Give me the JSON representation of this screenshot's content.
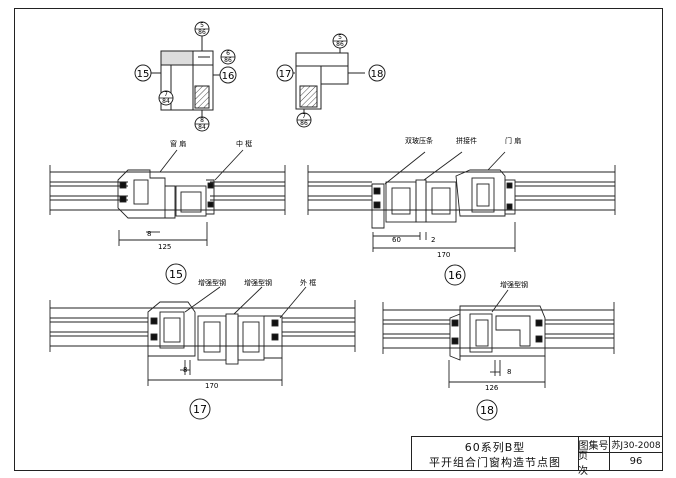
{
  "callouts": {
    "c15": "15",
    "c16": "16",
    "c17": "17",
    "c18": "18"
  },
  "index_refs": {
    "top_a": {
      "num": "5",
      "sheet": "86"
    },
    "right_a": {
      "num": "6",
      "sheet": "86"
    },
    "bottom_a1": {
      "num": "7",
      "sheet": "84"
    },
    "bottom_a2": {
      "num": "8",
      "sheet": "84"
    },
    "top_b": {
      "num": "5",
      "sheet": "86"
    },
    "bottom_b": {
      "num": "7",
      "sheet": "86"
    }
  },
  "detail15": {
    "labels": {
      "left": "窗 扇",
      "right": "中 梃"
    },
    "dims": {
      "small": "8",
      "total": "125"
    },
    "callout": "15"
  },
  "detail16": {
    "labels": {
      "a": "双玻压条",
      "b": "拼接件",
      "c": "门 扇"
    },
    "dims": {
      "left": "60",
      "small": "2",
      "total": "170"
    },
    "callout": "16"
  },
  "detail17": {
    "labels": {
      "a": "增强型钢",
      "b": "增强型钢",
      "c": "外 框"
    },
    "dims": {
      "small": "8",
      "total": "170"
    },
    "callout": "17"
  },
  "detail18": {
    "labels": {
      "a": "增强型钢"
    },
    "dims": {
      "small": "8",
      "total": "126"
    },
    "callout": "18"
  },
  "titleblock": {
    "title_line1": "60系列B型",
    "title_line2": "平开组合门窗构造节点图",
    "atlas_label": "图集号",
    "atlas_value": "苏J30-2008",
    "page_label": "页次",
    "page_value": "96"
  }
}
